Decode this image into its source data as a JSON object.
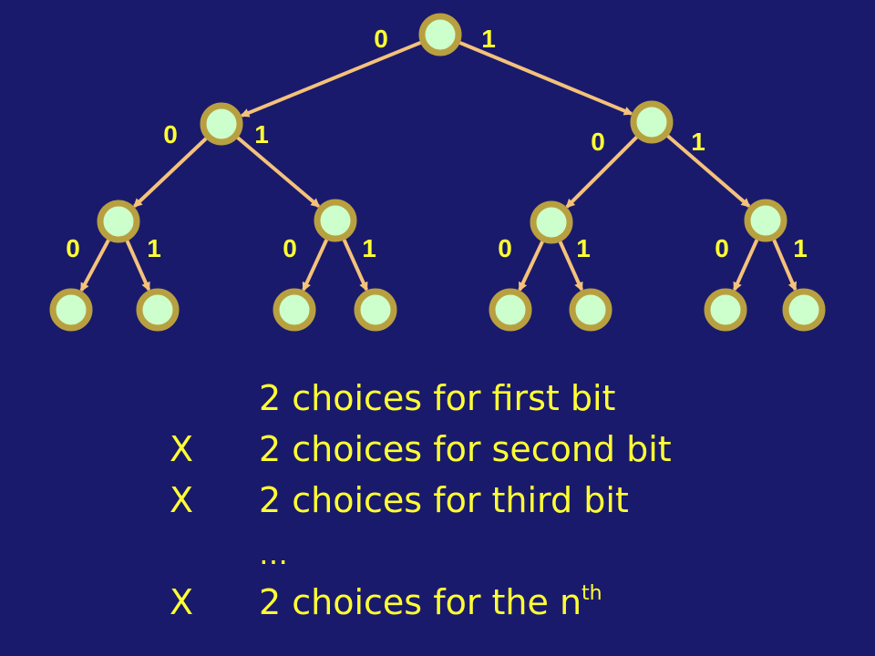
{
  "tree": {
    "branch_labels": {
      "left": "0",
      "right": "1"
    }
  },
  "lines": [
    {
      "mult": "",
      "text": "2 choices for first bit"
    },
    {
      "mult": "X",
      "text": "2 choices for second bit"
    },
    {
      "mult": "X",
      "text": "2 choices for third bit"
    },
    {
      "mult": "",
      "text": "…"
    },
    {
      "mult": "X",
      "text": "2 choices for the n",
      "sup": "th"
    }
  ],
  "colors": {
    "background": "#1a1a6c",
    "text": "#ffff33",
    "node_fill": "#ccffcc",
    "node_stroke": "#b8a040",
    "edge": "#f5c27a"
  }
}
